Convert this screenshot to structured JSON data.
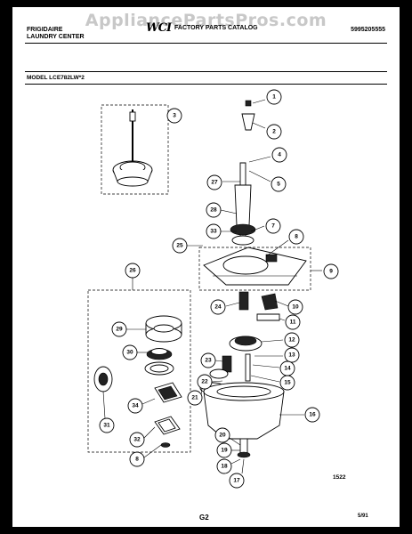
{
  "watermark": "AppliancePartsPros.com",
  "header": {
    "brand_line1": "FRIGIDAIRE",
    "brand_line2": "LAUNDRY CENTER",
    "logo": "WCI",
    "catalog": "FACTORY PARTS CATALOG",
    "catalog_number": "5995205555"
  },
  "model_label": "MODEL LCE782LW*2",
  "figure_number": "1522",
  "page_number": "G2",
  "date": "5/91",
  "callouts": [
    "1",
    "2",
    "3",
    "4",
    "5",
    "7",
    "8",
    "9",
    "10",
    "11",
    "12",
    "13",
    "14",
    "15",
    "16",
    "17",
    "18",
    "19",
    "20",
    "21",
    "22",
    "23",
    "24",
    "25",
    "26",
    "27",
    "28",
    "29",
    "30",
    "31",
    "32",
    "33",
    "34"
  ],
  "callout_8b": "8"
}
